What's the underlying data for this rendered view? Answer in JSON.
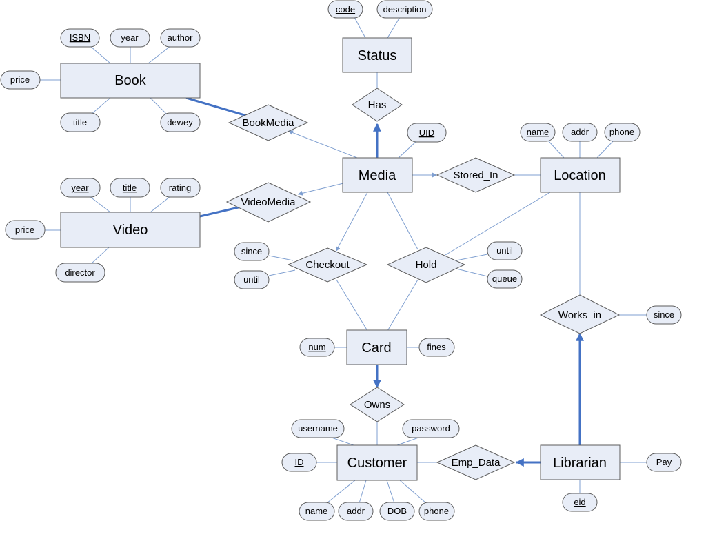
{
  "diagram": {
    "entities": {
      "status": "Status",
      "book": "Book",
      "media": "Media",
      "location": "Location",
      "video": "Video",
      "card": "Card",
      "customer": "Customer",
      "librarian": "Librarian"
    },
    "relationships": {
      "has": "Has",
      "book_media": "BookMedia",
      "stored_in": "Stored_In",
      "video_media": "VideoMedia",
      "checkout": "Checkout",
      "hold": "Hold",
      "works_in": "Works_in",
      "owns": "Owns",
      "emp_data": "Emp_Data"
    },
    "attributes": {
      "status_code": "code",
      "status_description": "description",
      "book_isbn": "ISBN",
      "book_year": "year",
      "book_author": "author",
      "book_price": "price",
      "book_title": "title",
      "book_dewey": "dewey",
      "media_uid": "UID",
      "location_name": "name",
      "location_addr": "addr",
      "location_phone": "phone",
      "video_year": "year",
      "video_title": "title",
      "video_rating": "rating",
      "video_price": "price",
      "video_director": "director",
      "checkout_since": "since",
      "checkout_until": "until",
      "hold_until": "until",
      "hold_queue": "queue",
      "works_in_since": "since",
      "card_num": "num",
      "card_fines": "fines",
      "customer_username": "username",
      "customer_password": "password",
      "customer_id": "ID",
      "customer_name": "name",
      "customer_addr": "addr",
      "customer_dob": "DOB",
      "customer_phone": "phone",
      "librarian_pay": "Pay",
      "librarian_eid": "eid"
    }
  }
}
